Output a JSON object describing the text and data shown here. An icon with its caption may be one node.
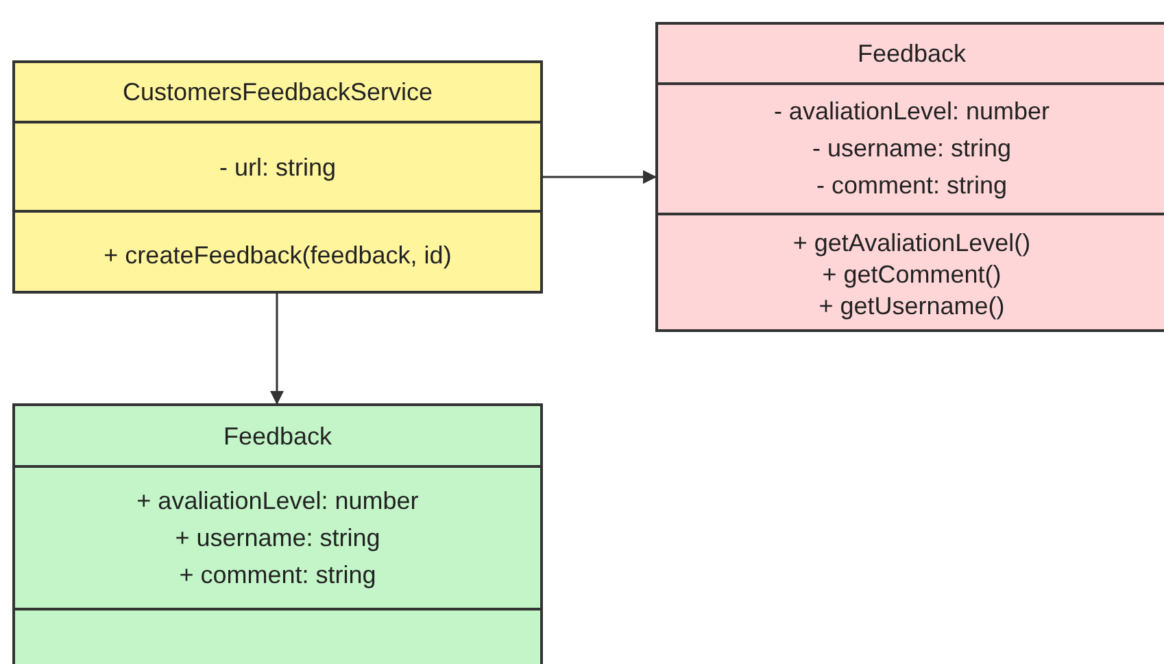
{
  "diagram": {
    "nodes": [
      {
        "text": [
          "CustomersFeedbackService",
          "- url: string",
          "+ createFeedback(feedback, id)"
        ]
      },
      {
        "text": [
          "Feedback",
          "- avaliationLevel: number",
          "- username: string",
          "- comment: string",
          "+ getAvaliationLevel()",
          "+ getComment()",
          "+ getUsername()"
        ]
      },
      {
        "text": [
          "Feedback",
          "+ avaliationLevel: number",
          "+ username: string",
          "+ comment: string"
        ]
      }
    ],
    "edges": [
      {
        "from": 0,
        "to": 1,
        "arrow": "to"
      },
      {
        "from": 0,
        "to": 2,
        "arrow": "to"
      }
    ]
  }
}
